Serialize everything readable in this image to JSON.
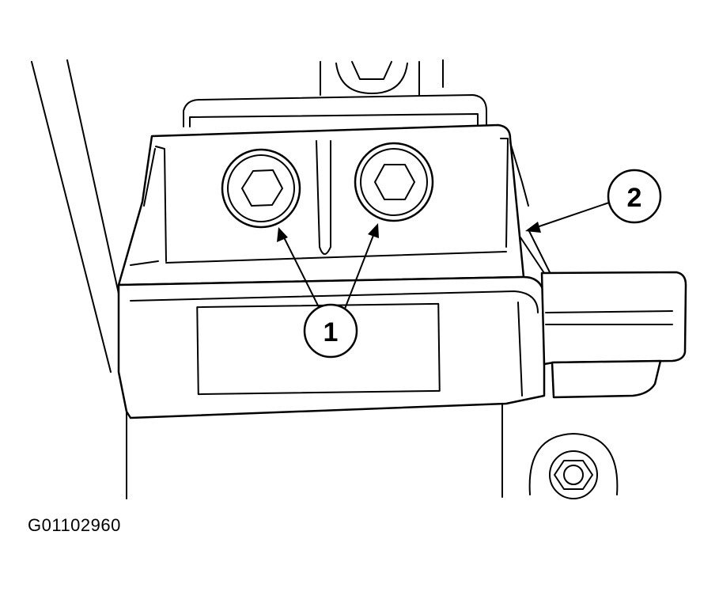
{
  "callouts": [
    {
      "number": "1",
      "meaning": "bolts"
    },
    {
      "number": "2",
      "meaning": "module"
    }
  ],
  "figure_id": "G01102960"
}
